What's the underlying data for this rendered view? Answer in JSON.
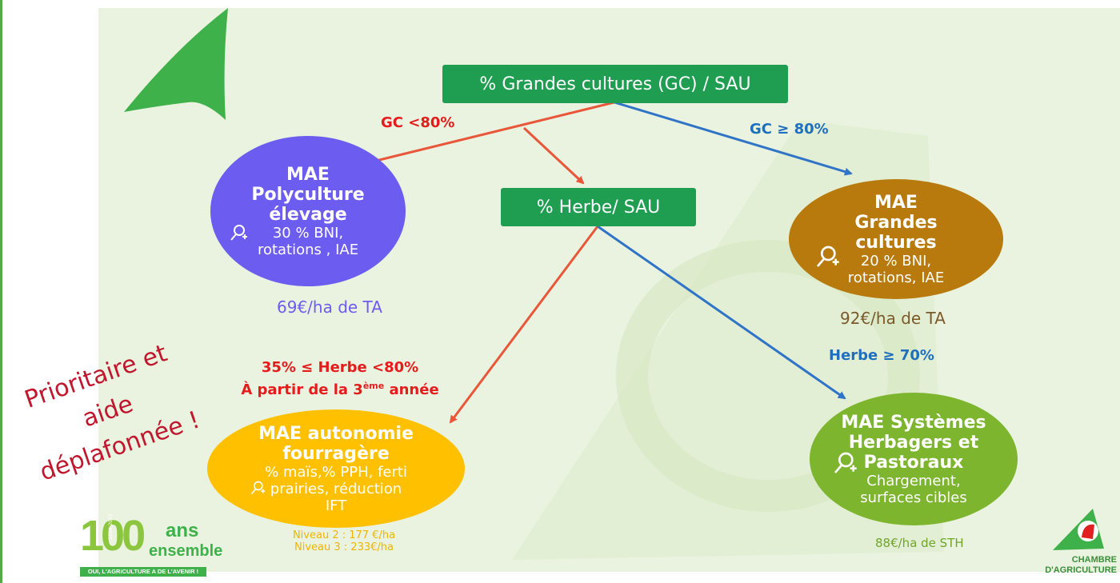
{
  "root": {
    "label": "% Grandes cultures (GC) / SAU"
  },
  "middle": {
    "label": "% Herbe/ SAU"
  },
  "edges": {
    "gc_low": "GC <80%",
    "gc_high": "GC ≥ 80%",
    "herbe_mid_line1": "35% ≤ Herbe <80%",
    "herbe_mid_line2_pre": "À partir de la 3",
    "herbe_mid_line2_sup": "ème",
    "herbe_mid_line2_post": " année",
    "herbe_high": "Herbe ≥ 70%"
  },
  "nodes": {
    "polyculture": {
      "title": [
        "MAE",
        "Polyculture",
        "élevage"
      ],
      "details": [
        "30 % BNI,",
        "rotations , IAE"
      ],
      "price": "69€/ha de TA",
      "color": "#6c5cf0"
    },
    "grandes_cultures": {
      "title": [
        "MAE",
        "Grandes",
        "cultures"
      ],
      "details": [
        "20 % BNI,",
        "rotations, IAE"
      ],
      "price": "92€/ha de TA",
      "color": "#b87a0c"
    },
    "autonomie": {
      "title": [
        "MAE autonomie",
        "fourragère"
      ],
      "details": [
        "% maïs,% PPH,  ferti",
        "prairies, réduction",
        "IFT"
      ],
      "price_lines": [
        "Niveau 2 : 177 €/ha",
        "Niveau 3 : 233€/ha"
      ],
      "color": "#ffc000"
    },
    "herbagers": {
      "title": [
        "MAE Systèmes",
        "Herbagers et",
        "Pastoraux"
      ],
      "details": [
        "Chargement,",
        "surfaces cibles"
      ],
      "price": "88€/ha de STH",
      "color": "#7db52f"
    }
  },
  "stamp": {
    "lines": [
      "Prioritaire et",
      "aide",
      "déplafonnée !"
    ]
  },
  "logo_left": {
    "number": "100",
    "word1": "ans",
    "word2": "ensemble",
    "tagline": "OUI, L'AGRICULTURE A DE L'AVENIR !",
    "years": "1924-2024"
  },
  "logo_right": {
    "line1": "CHAMBRE",
    "line2": "D'AGRICULTURE"
  },
  "colors": {
    "arrow_red": "#e8573a",
    "arrow_blue": "#2f74c7",
    "label_red": "#e41c1c",
    "label_blue": "#1f6fbf",
    "box_green": "#1f9e52"
  }
}
